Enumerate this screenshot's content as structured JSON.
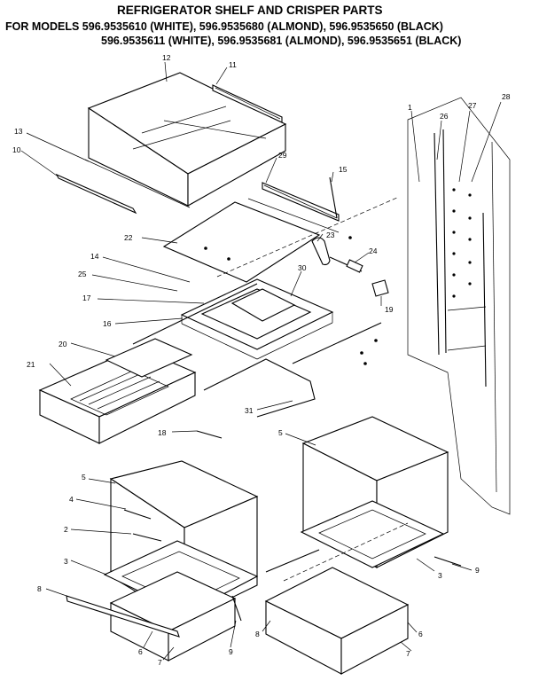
{
  "title": {
    "line1": "REFRIGERATOR SHELF AND CRISPER PARTS",
    "line2": "FOR MODELS 596.9535610 (WHITE), 596.9535680 (ALMOND), 596.9535650 (BLACK)",
    "line3": "596.9535611 (WHITE), 596.9535681 (ALMOND), 596.9535651 (BLACK)"
  },
  "callouts": {
    "c1": "1",
    "c2": "2",
    "c3a": "3",
    "c3b": "3",
    "c4": "4",
    "c5a": "5",
    "c5b": "5",
    "c6a": "6",
    "c6b": "6",
    "c7a": "7",
    "c7b": "7",
    "c8a": "8",
    "c8b": "8",
    "c9a": "9",
    "c9b": "9",
    "c10": "10",
    "c11": "11",
    "c12": "12",
    "c13": "13",
    "c14": "14",
    "c15": "15",
    "c16": "16",
    "c17": "17",
    "c18": "18",
    "c19": "19",
    "c20": "20",
    "c21": "21",
    "c22": "22",
    "c23": "23",
    "c24": "24",
    "c25": "25",
    "c26": "26",
    "c27": "27",
    "c28": "28",
    "c29": "29",
    "c30": "30",
    "c31": "31"
  }
}
